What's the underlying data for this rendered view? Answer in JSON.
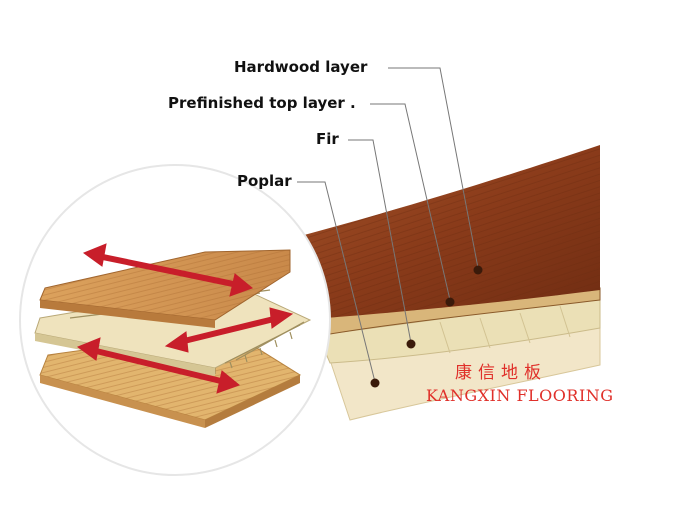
{
  "labels": {
    "hardwood": "Hardwood layer",
    "prefinished": "Prefinished top layer .",
    "fir": "Fir",
    "poplar": "Poplar"
  },
  "brand": {
    "chinese": "康信地板",
    "english": "KANGXIN FLOORING"
  },
  "colors": {
    "arrow": "#c81e2a",
    "brand_text": "#e0302a",
    "hardwood": "#8a3b1a",
    "fir": "#e9dfb8",
    "poplar": "#f2e6c8"
  },
  "icons": {
    "arrow": "double-headed-arrow",
    "callout": "callout-dot"
  }
}
